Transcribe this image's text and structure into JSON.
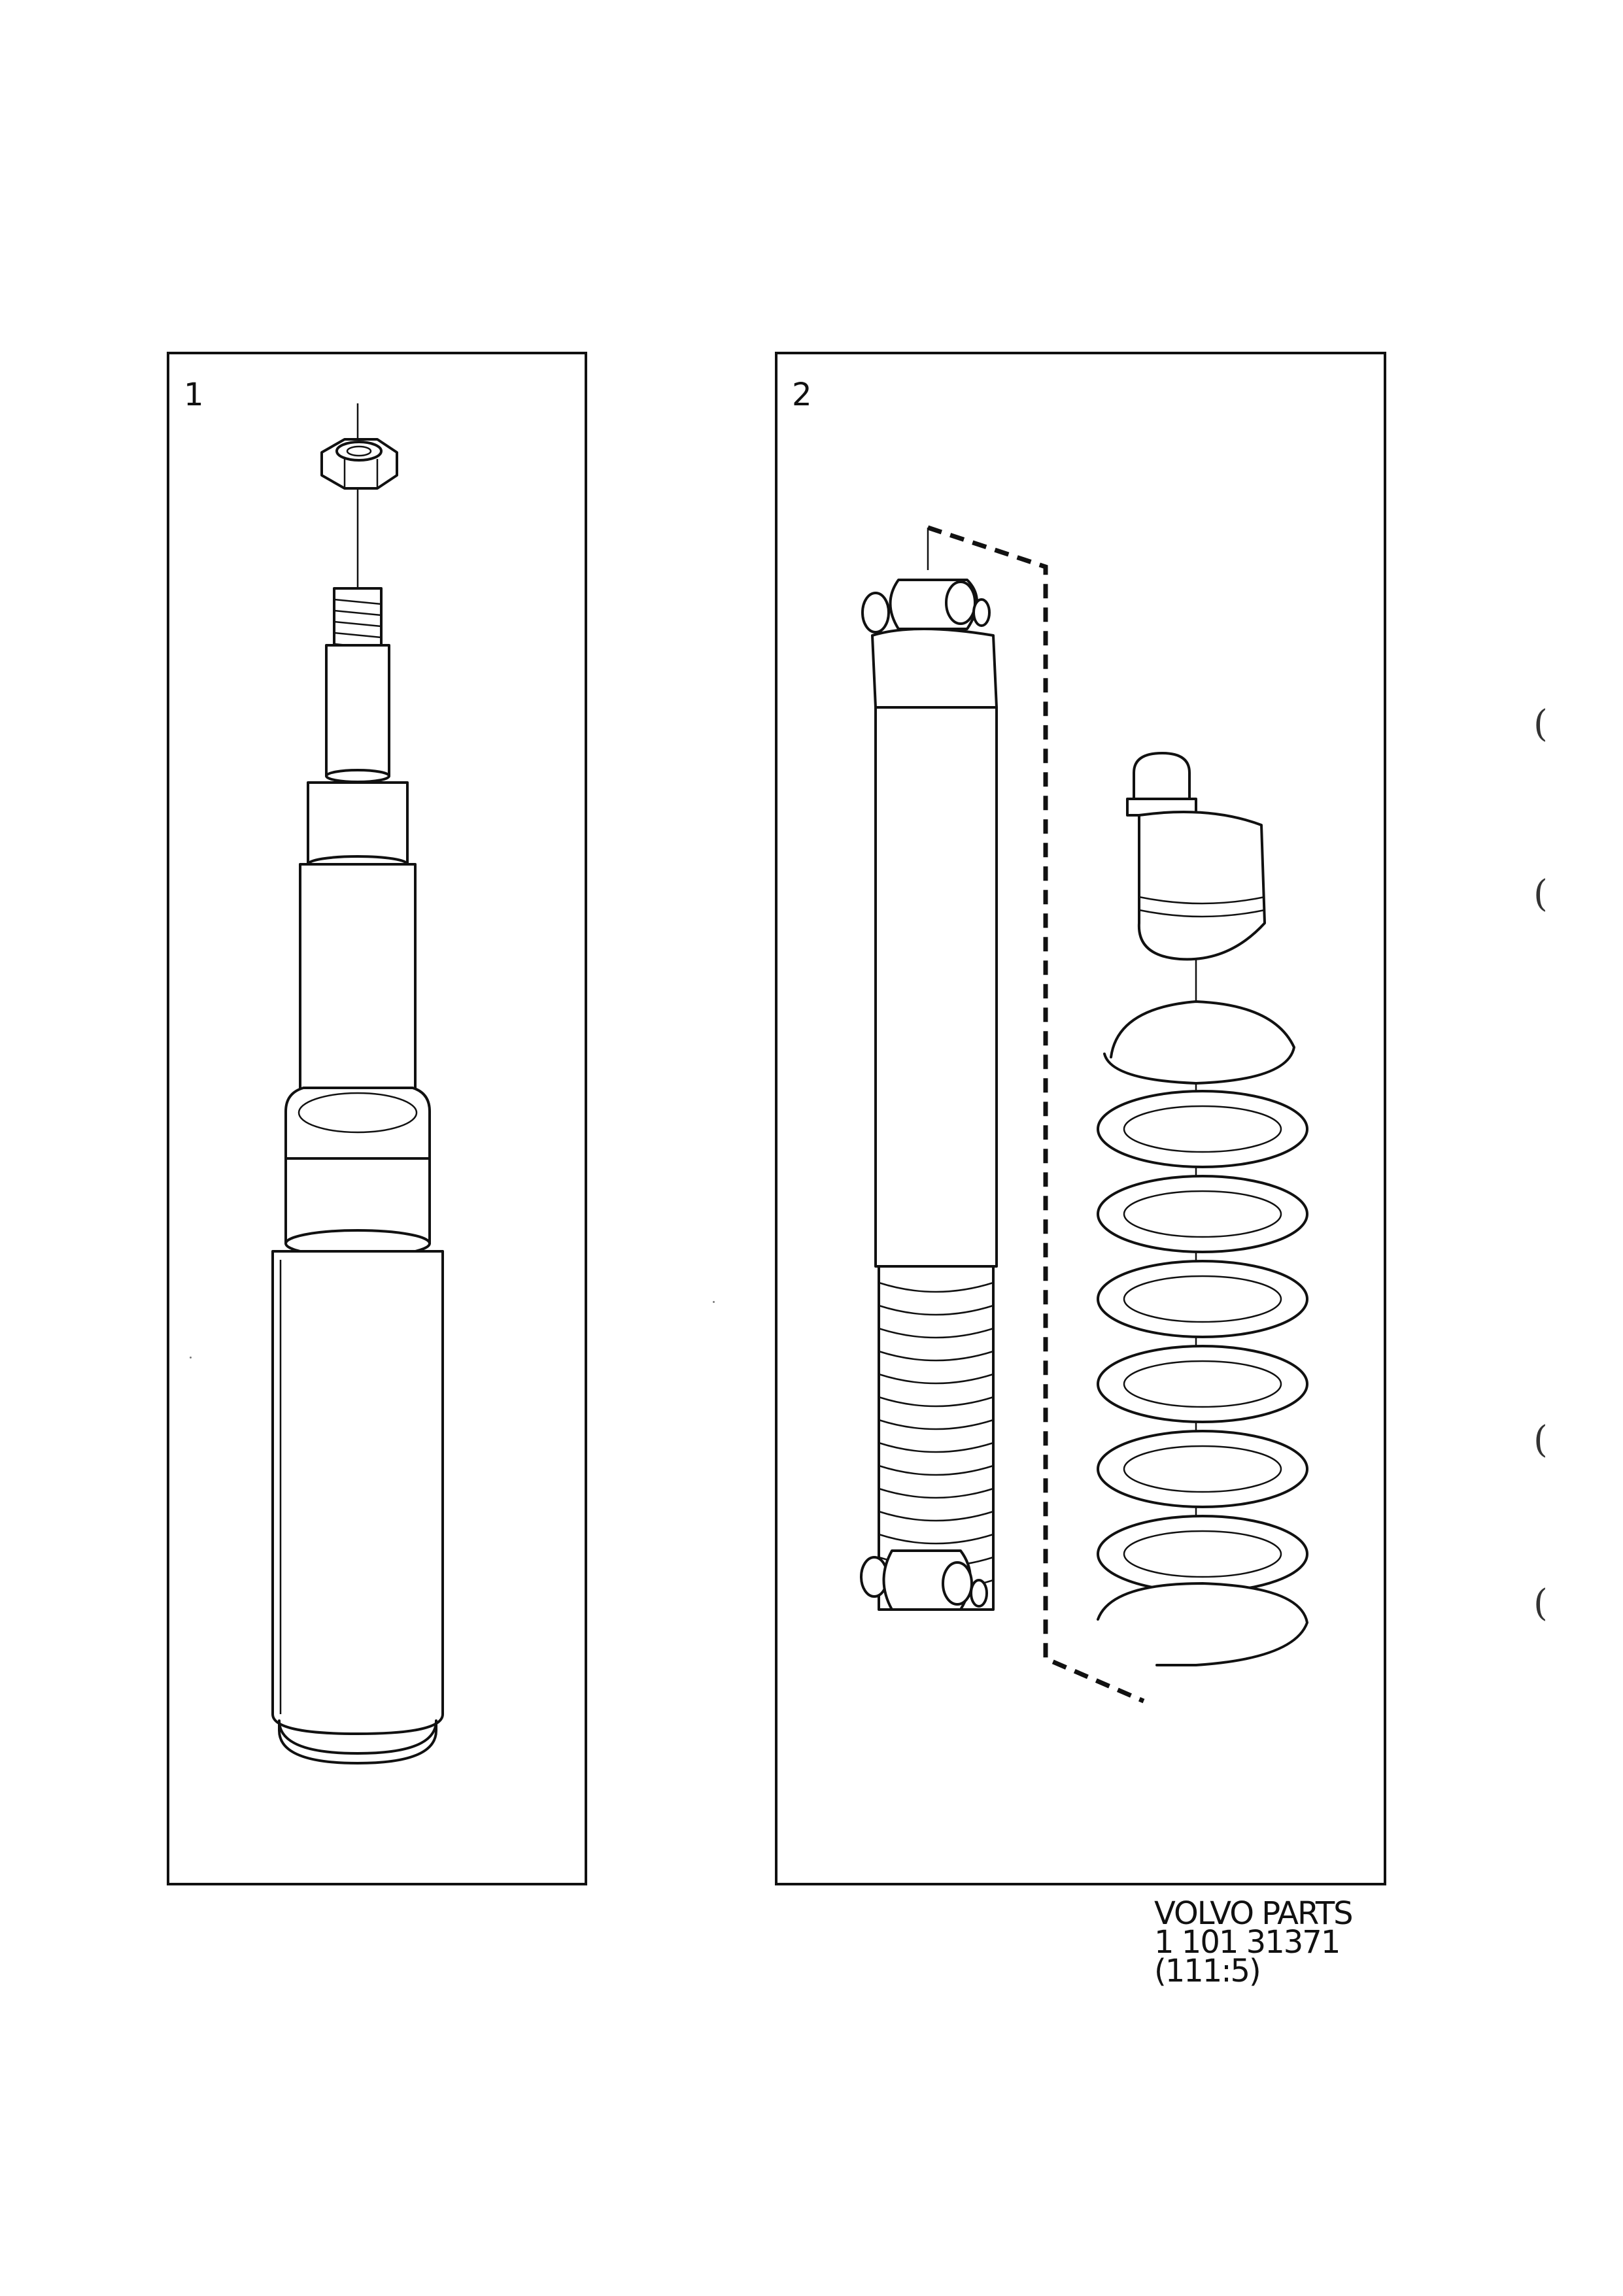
{
  "panels": [
    {
      "number": "1",
      "part": "front-shock-absorber-insert"
    },
    {
      "number": "2",
      "part": "rear-shock-absorber-and-spring"
    }
  ],
  "footer": {
    "brand": "VOLVO PARTS",
    "part_number": "1 101 31371",
    "code": "(111:5)"
  },
  "margin_marks": [
    "(",
    "(",
    "(",
    "("
  ]
}
